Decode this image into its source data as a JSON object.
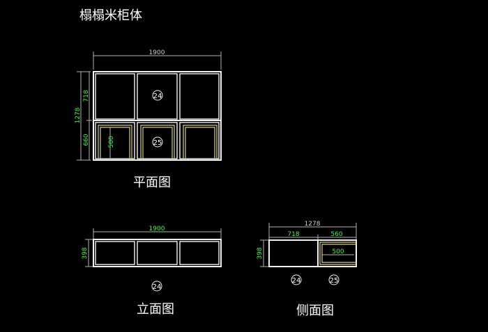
{
  "title": "榻榻米柜体",
  "plan": {
    "label": "平面图",
    "dim_width": "1900",
    "dim_depth_total": "1278",
    "dim_depth_back": "718",
    "dim_depth_front": "660",
    "dim_inner": "500",
    "tag_back": "24",
    "tag_front": "25"
  },
  "elevation": {
    "label": "立面图",
    "dim_width": "1900",
    "dim_height": "398",
    "tag": "24"
  },
  "side": {
    "label": "侧面图",
    "dim_total": "1278",
    "dim_left": "718",
    "dim_right": "560",
    "dim_height": "398",
    "dim_inner": "500",
    "tag_left": "24",
    "tag_right": "25"
  },
  "colors": {
    "background": "#000000",
    "outline": "#f2f2f2",
    "dimension_text": "#3cff3c",
    "inner_frame": "#d8d080"
  }
}
